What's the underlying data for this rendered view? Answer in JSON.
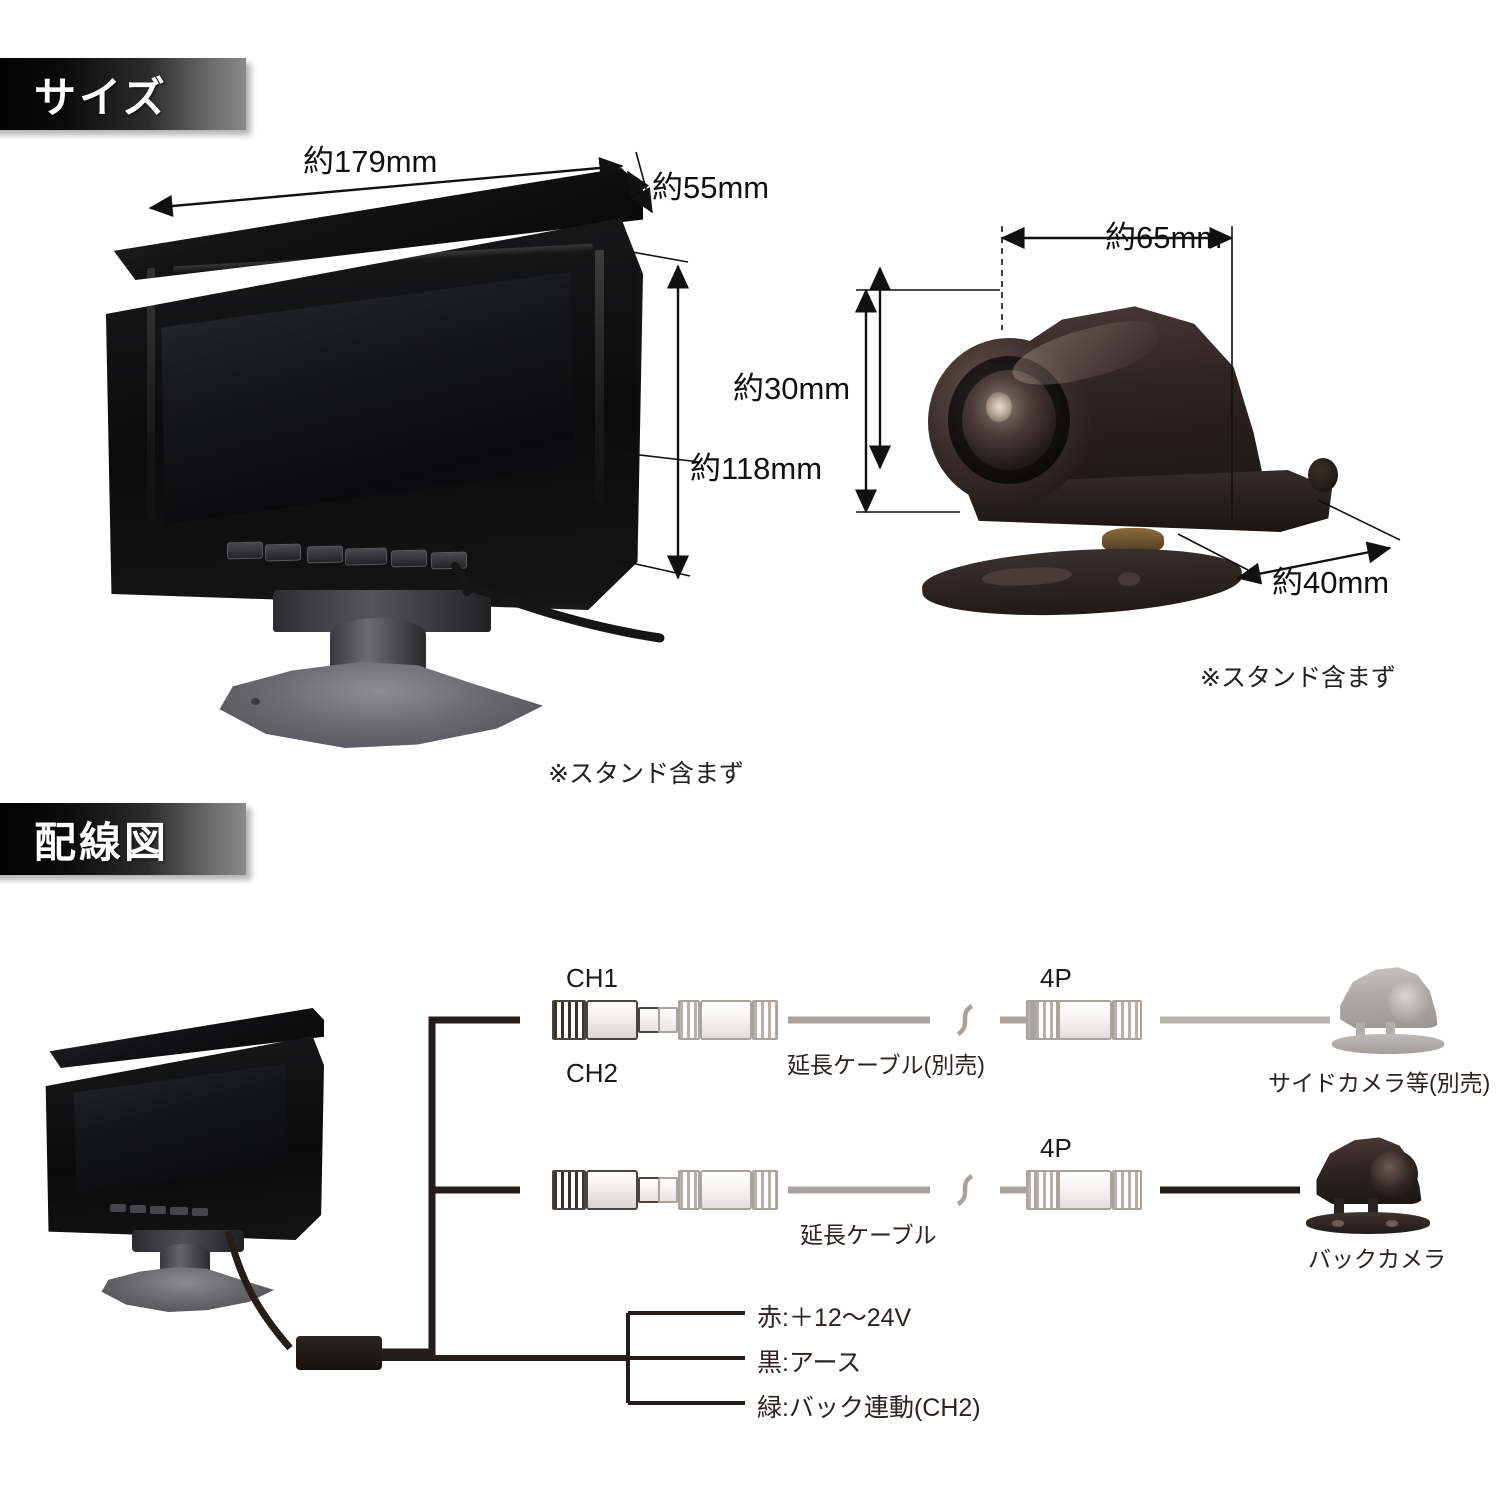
{
  "sections": {
    "size": {
      "badge_label": "サイズ"
    },
    "wiring": {
      "badge_label": "配線図"
    }
  },
  "monitor_dimensions": {
    "width": "約179mm",
    "depth": "約55mm",
    "panel_height": "約30mm",
    "total_height": "約118mm",
    "note": "※スタンド含まず"
  },
  "camera_dimensions": {
    "length": "約65mm",
    "depth": "約40mm",
    "note": "※スタンド含まず"
  },
  "wiring": {
    "channels": {
      "ch1": "CH1",
      "ch2": "CH2"
    },
    "connector_labels": {
      "ch1_4p": "4P",
      "ch2_4p": "4P"
    },
    "cable_labels": {
      "ch1_extension": "延長ケーブル(別売)",
      "ch2_extension": "延長ケーブル"
    },
    "camera_labels": {
      "side": "サイドカメラ等(別売)",
      "back": "バックカメラ"
    },
    "power_wires": [
      {
        "label": "赤:＋12～24V",
        "color": "#c0392b"
      },
      {
        "label": "黒:アース",
        "color": "#1a1a1a"
      },
      {
        "label": "緑:バック連動(CH2)",
        "color": "#27ae60"
      }
    ]
  },
  "colors": {
    "badge_dark": "#000000",
    "badge_light": "#8a8a8a",
    "text": "#111111",
    "cable_black": "#241d1a",
    "cable_gray": "#a8a39f"
  }
}
